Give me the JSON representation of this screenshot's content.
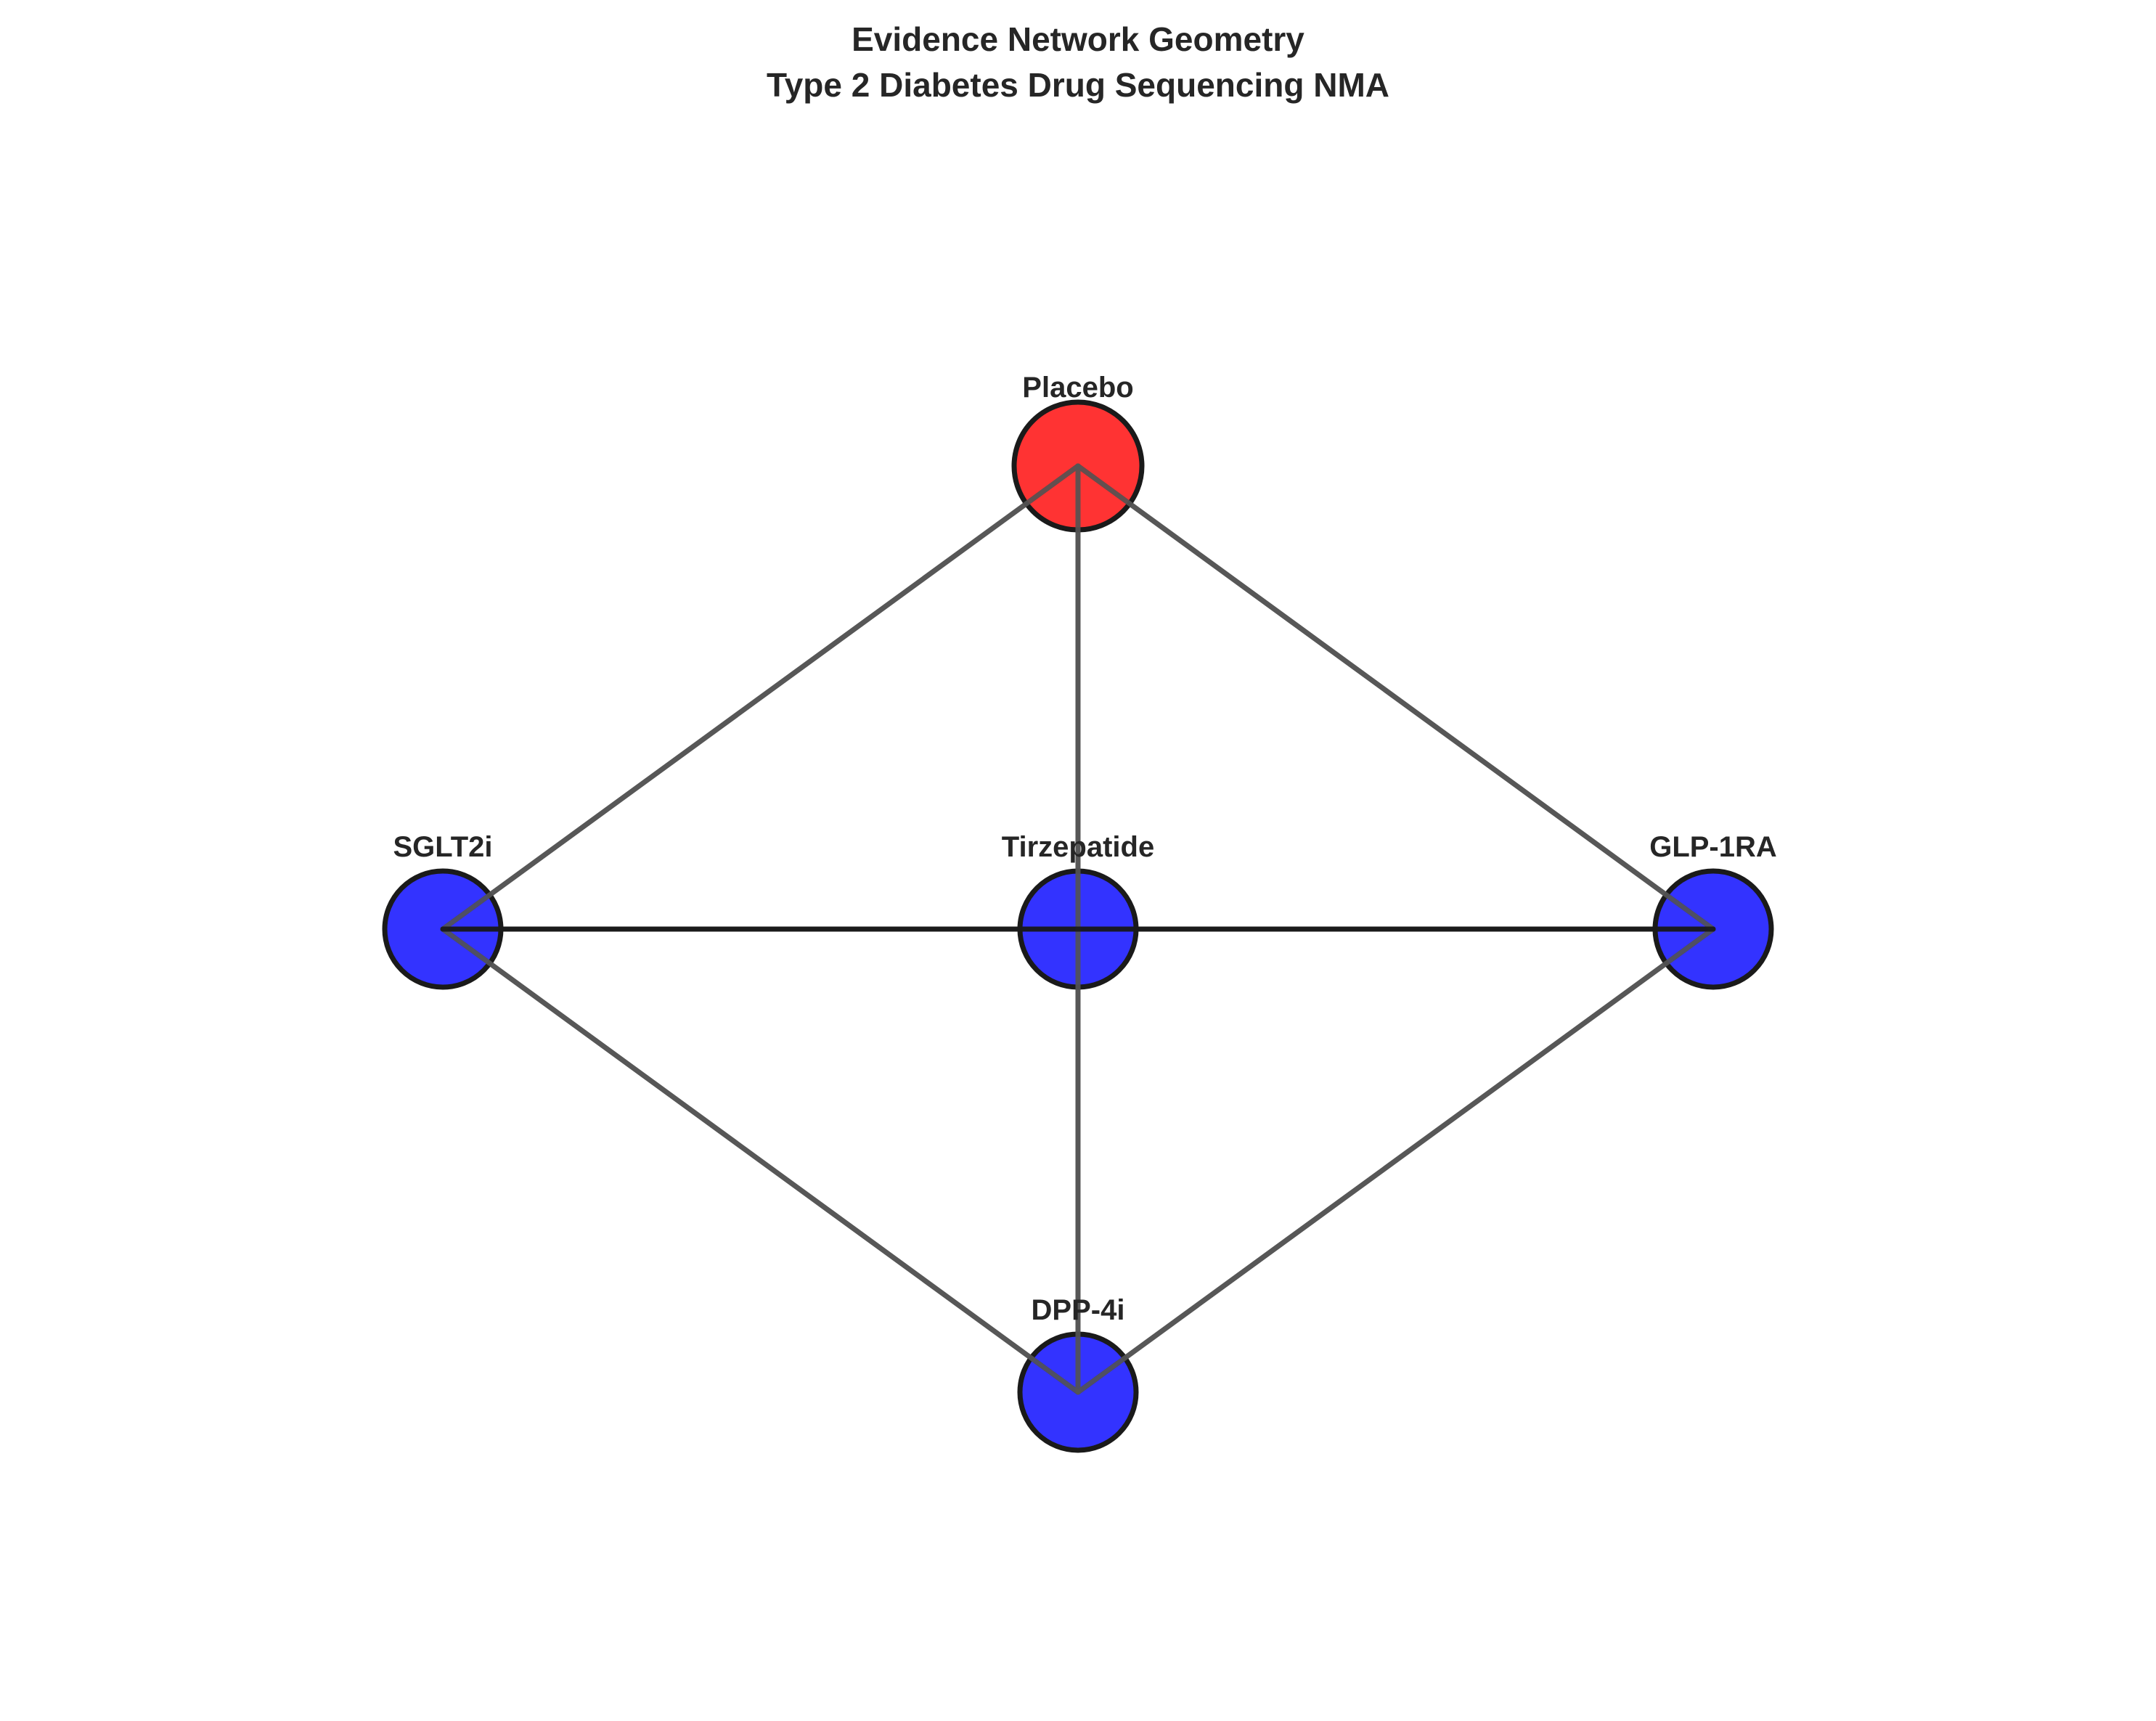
{
  "title": {
    "line1": "Evidence Network Geometry",
    "line2": "Type 2 Diabetes Drug Sequencing NMA"
  },
  "colors": {
    "reference_node": "#ff0000",
    "treatment_node": "#0000ff",
    "node_edge": "#1a1a1a",
    "edge": "#555555",
    "edge_strong": "#1a1a1a"
  },
  "nodes": [
    {
      "id": "placebo",
      "label": "Placebo",
      "role": "reference"
    },
    {
      "id": "sglt2i",
      "label": "SGLT2i",
      "role": "treatment"
    },
    {
      "id": "tirzepatide",
      "label": "Tirzepatide",
      "role": "treatment"
    },
    {
      "id": "glp1ra",
      "label": "GLP-1RA",
      "role": "treatment"
    },
    {
      "id": "dpp4i",
      "label": "DPP-4i",
      "role": "treatment"
    }
  ],
  "edges": [
    {
      "from": "placebo",
      "to": "sglt2i",
      "strength": "normal"
    },
    {
      "from": "placebo",
      "to": "glp1ra",
      "strength": "normal"
    },
    {
      "from": "placebo",
      "to": "dpp4i",
      "strength": "normal"
    },
    {
      "from": "sglt2i",
      "to": "dpp4i",
      "strength": "normal"
    },
    {
      "from": "glp1ra",
      "to": "dpp4i",
      "strength": "normal"
    },
    {
      "from": "sglt2i",
      "to": "glp1ra",
      "strength": "strong"
    }
  ]
}
